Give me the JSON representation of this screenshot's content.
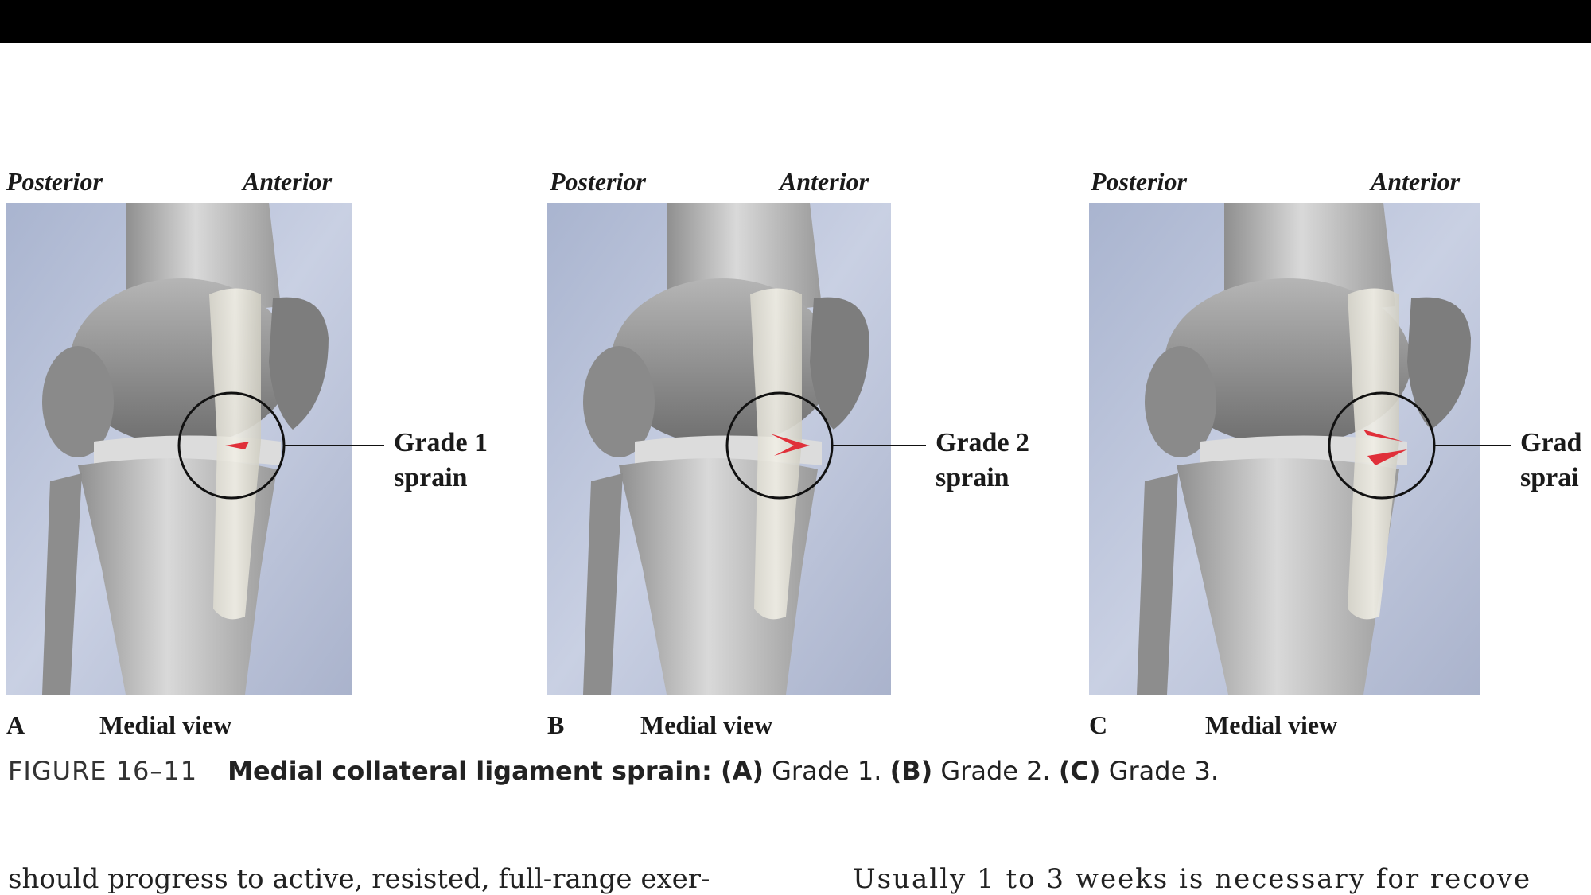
{
  "panels": [
    {
      "posterior": "Posterior",
      "anterior": "Anterior",
      "grade_line1": "Grade 1",
      "grade_line2": "sprain",
      "letter": "A",
      "view": "Medial view",
      "severity": 1
    },
    {
      "posterior": "Posterior",
      "anterior": "Anterior",
      "grade_line1": "Grade 2",
      "grade_line2": "sprain",
      "letter": "B",
      "view": "Medial view",
      "severity": 2
    },
    {
      "posterior": "Posterior",
      "anterior": "Anterior",
      "grade_line1": "Grad",
      "grade_line2": "sprai",
      "letter": "C",
      "view": "Medial view",
      "severity": 3
    }
  ],
  "caption": {
    "figure_number": "FIGURE 16–11",
    "text_intro": "Medial collateral ligament sprain: ",
    "a_label": "(A)",
    "a_text": " Grade 1. ",
    "b_label": "(B)",
    "b_text": " Grade 2. ",
    "c_label": "(C)",
    "c_text": " Grade 3."
  },
  "body_text": {
    "left_column": "should progress to active, resisted, full-range exer-",
    "right_column": "Usually 1 to 3 weeks is necessary for recove"
  },
  "colors": {
    "top_bar": "#000000",
    "background_panel": "#b9c2d9",
    "bone": "#c8c8c8",
    "ligament": "#e8e6dc",
    "tear": "#e0303a",
    "circle": "#111111"
  }
}
